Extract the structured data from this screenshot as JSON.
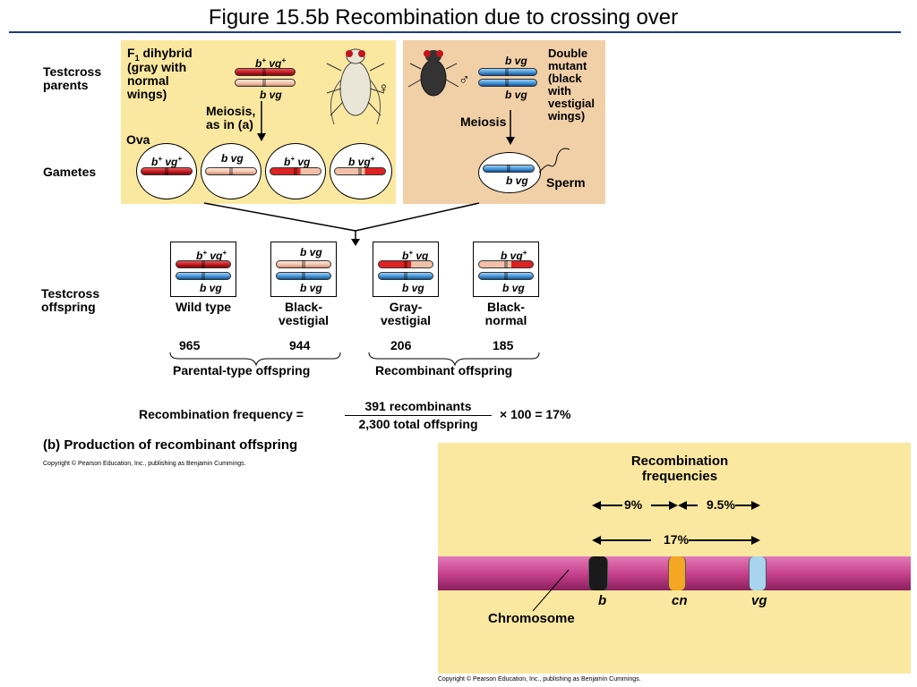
{
  "title": "Figure 15.5b  Recombination due to crossing over",
  "labels": {
    "testcross_parents": "Testcross\nparents",
    "gametes": "Gametes",
    "testcross_offspring": "Testcross\noffspring"
  },
  "female": {
    "desc_line1": "F",
    "desc_sub": "1",
    "desc_line1b": " dihybrid",
    "desc_rest": "(gray with\nnormal\nwings)",
    "symbol": "♀",
    "chrom_label_top": "b",
    "chrom_label_top2": "vg",
    "chrom_label_bottom": "b  vg",
    "meiosis": "Meiosis,\nas in (a)",
    "ova": "Ova"
  },
  "male": {
    "desc": "Double\nmutant\n(black\nwith\nvestigial\nwings)",
    "symbol": "♂",
    "chrom_label_top": "b  vg",
    "chrom_label_bottom": "b  vg",
    "meiosis": "Meiosis",
    "sperm": "Sperm",
    "sperm_label": "b  vg"
  },
  "ova_gametes": [
    {
      "b": "b",
      "b_sup": "+",
      "vg": "vg",
      "vg_sup": "+"
    },
    {
      "b": "b",
      "b_sup": "",
      "vg": "vg",
      "vg_sup": ""
    },
    {
      "b": "b",
      "b_sup": "+",
      "vg": "vg",
      "vg_sup": ""
    },
    {
      "b": "b",
      "b_sup": "",
      "vg": "vg",
      "vg_sup": "+"
    }
  ],
  "offspring": [
    {
      "b": "b",
      "b_sup": "+",
      "vg": "vg",
      "vg_sup": "+",
      "bottom": "b  vg",
      "name": "Wild type",
      "count": "965"
    },
    {
      "b": "b",
      "b_sup": "",
      "vg": "vg",
      "vg_sup": "",
      "bottom": "b  vg",
      "name": "Black-\nvestigial",
      "count": "944"
    },
    {
      "b": "b",
      "b_sup": "+",
      "vg": "vg",
      "vg_sup": "",
      "bottom": "b  vg",
      "name": "Gray-\nvestigial",
      "count": "206"
    },
    {
      "b": "b",
      "b_sup": "",
      "vg": "vg",
      "vg_sup": "+",
      "bottom": "b  vg",
      "name": "Black-\nnormal",
      "count": "185"
    }
  ],
  "groups": {
    "parental": "Parental-type offspring",
    "recombinant": "Recombinant offspring"
  },
  "equation": {
    "lhs": "Recombination frequency =",
    "numerator": "391 recombinants",
    "denominator": "2,300 total offspring",
    "rhs": "× 100 = 17%"
  },
  "caption": "(b) Production of recombinant offspring",
  "copyright": "Copyright © Pearson Education, Inc., publishing as Benjamin Cummings.",
  "map": {
    "heading": "Recombination\nfrequencies",
    "freq_b_cn": "9%",
    "freq_cn_vg": "9.5%",
    "freq_b_vg": "17%",
    "gene_b": "b",
    "gene_cn": "cn",
    "gene_vg": "vg",
    "chromosome": "Chromosome",
    "colors": {
      "chromosome": "#c8428f",
      "b_band": "#1a1a1a",
      "cn_band": "#f5a623",
      "vg_band": "#a8d4ef"
    }
  }
}
